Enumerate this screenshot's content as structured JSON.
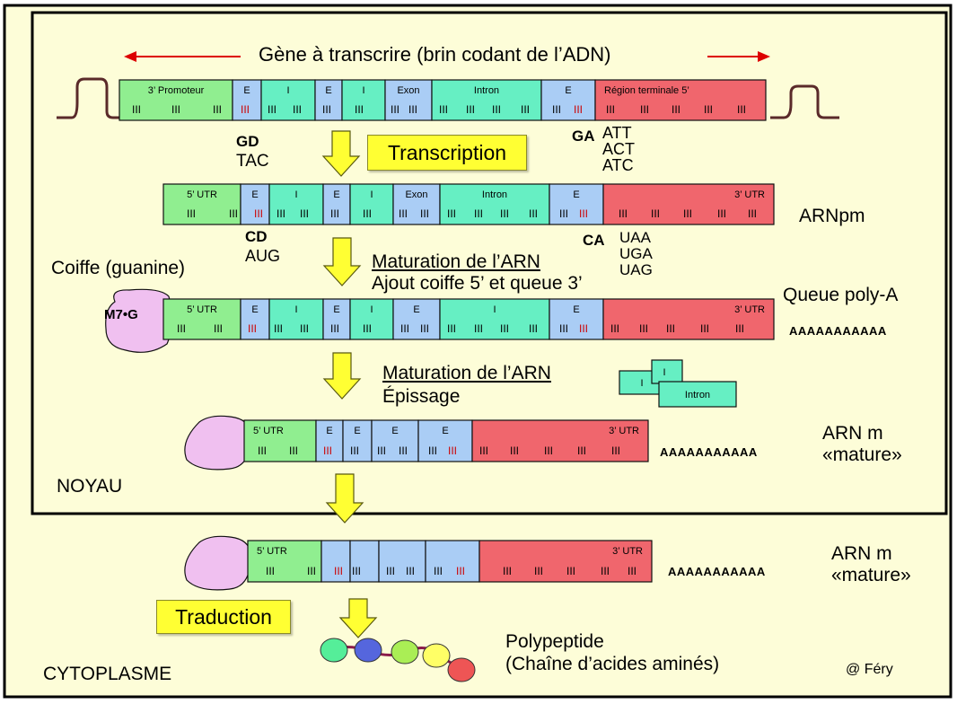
{
  "title": "Gène à transcrire  (brin codant de l’ADN)",
  "colors": {
    "green": "#90ee90",
    "blue": "#aacdf5",
    "teal": "#66efc3",
    "red": "#f0666d",
    "pink": "#f0c0f0",
    "yellow": "#ffff33",
    "cream": "#fdfdd8",
    "arrow_red": "#dd0000"
  },
  "gene": {
    "segments": [
      "3’ Promoteur",
      "E",
      "I",
      "E",
      "I",
      "Exon",
      "Intron",
      "E",
      "Région  terminale 5’"
    ]
  },
  "labels": {
    "gd": "GD",
    "tac": "TAC",
    "ga": "GA",
    "stop_dna": [
      "ATT",
      "ACT",
      "ATC"
    ],
    "transcription": "Transcription",
    "arnpm": "ARNpm",
    "cd": "CD",
    "aug": "AUG",
    "ca": "CA",
    "stop_rna": [
      "UAA",
      "UGA",
      "UAG"
    ],
    "coiffe": "Coiffe (guanine)",
    "maturation": "Maturation de l’ARN",
    "ajout": "Ajout coiffe 5’ et queue 3’",
    "queue": "Queue poly-A",
    "m7g": "M7•G",
    "polya": "AAAAAAAAAAA",
    "maturation2": "Maturation de l’ARN",
    "epissage": "Épissage",
    "arnm1": "ARN m",
    "mature1": "«mature»",
    "noyau": "NOYAU",
    "arnm2": "ARN m",
    "mature2": "«mature»",
    "traduction": "Traduction",
    "polypeptide": "Polypeptide",
    "chaine": "(Chaîne d’acides aminés)",
    "cytoplasme": "CYTOPLASME",
    "fery": "@ Féry"
  },
  "pre_mrna": {
    "segments": [
      "5’ UTR",
      "E",
      "I",
      "E",
      "I",
      "Exon",
      "Intron",
      "E",
      "3’ UTR"
    ]
  },
  "capped": {
    "segments": [
      "5’ UTR",
      "E",
      "I",
      "E",
      "I",
      "E",
      "I",
      "E",
      "3’ UTR"
    ]
  },
  "introns": {
    "segments": [
      "I",
      "I",
      "Intron"
    ]
  },
  "mature_nucleus": {
    "segments": [
      "5’ UTR",
      "E",
      "E",
      "E",
      "E",
      "3’ UTR"
    ]
  },
  "mature_cyto": {
    "segments": [
      "5’ UTR",
      "",
      "",
      "",
      "",
      "3’ UTR"
    ]
  },
  "marks": {
    "triplet": "III"
  }
}
